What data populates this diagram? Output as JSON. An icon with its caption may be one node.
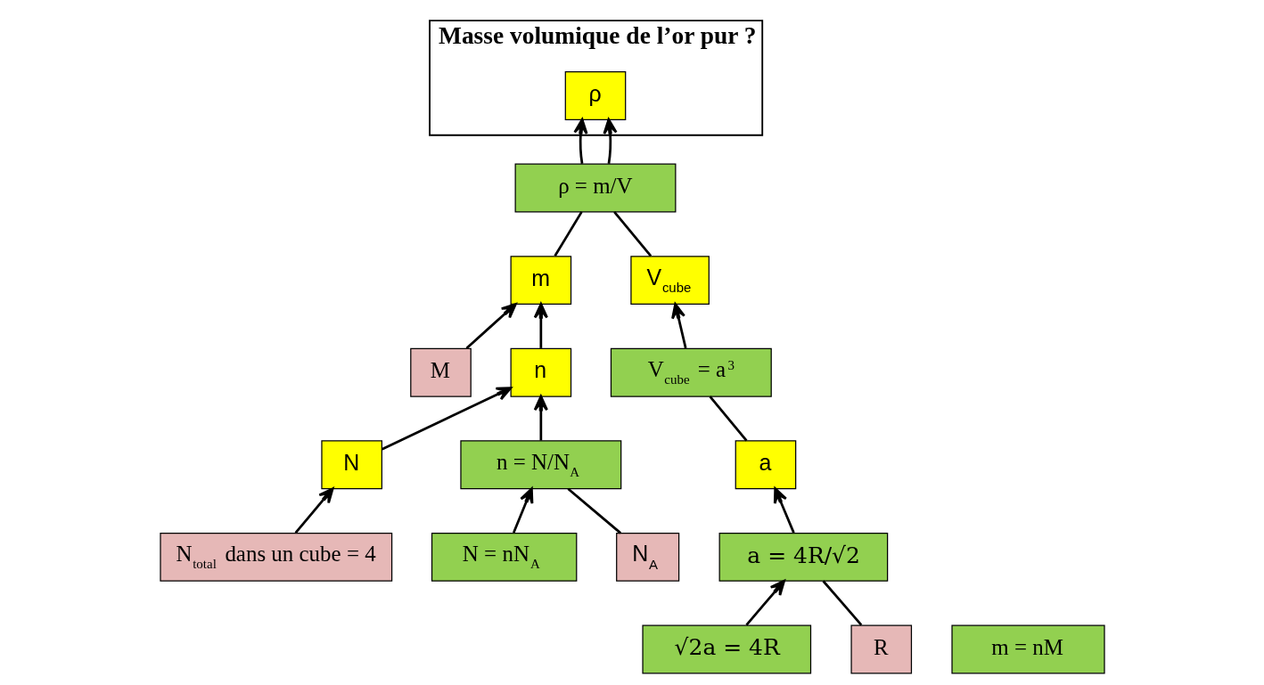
{
  "diagram": {
    "nodes": [
      {
        "text": [
          "Masse volumique de l’or pur ?"
        ]
      },
      {
        "text": [
          "ρ"
        ],
        "in": 0
      },
      {
        "text": [
          "ρ = m/V"
        ]
      },
      {
        "text": [
          "M"
        ]
      },
      {
        "text": [
          "m"
        ]
      },
      {
        "text": [
          "V$_{cube}$"
        ]
      },
      {
        "text": [
          "N$_{total}$ dans un cube = 4"
        ]
      },
      {
        "text": [
          "m = nM"
        ]
      },
      {
        "text": [
          "V$_{cube}$ = a$^{3}$"
        ]
      },
      {
        "text": [
          "N"
        ]
      },
      {
        "text": [
          "n"
        ]
      },
      {
        "text": [
          "a"
        ]
      },
      {
        "text": [
          "N = nN$_{A}$"
        ]
      },
      {
        "text": [
          "n = N/N$_{A}$"
        ]
      },
      {
        "text": [
          "a = 4R/√2"
        ]
      },
      {
        "text": [
          "√2a = 4R"
        ]
      },
      {
        "text": [
          "N$_{A}$"
        ]
      },
      {
        "text": [
          "R"
        ]
      }
    ],
    "edges": [
      {
        "from": 4,
        "to": 2,
        "arrow": "none"
      },
      {
        "from": 2,
        "to": 1,
        "arrow": "to"
      },
      {
        "from": 5,
        "to": 2,
        "arrow": "none"
      },
      {
        "from": 2,
        "to": 1,
        "arrow": "to"
      },
      {
        "from": 3,
        "to": 4,
        "arrow": "to"
      },
      {
        "from": 10,
        "to": 4,
        "arrow": "to"
      },
      {
        "from": 8,
        "to": 5,
        "arrow": "to"
      },
      {
        "from": 11,
        "to": 8,
        "arrow": "none"
      },
      {
        "from": 6,
        "to": 9,
        "arrow": "to"
      },
      {
        "from": 9,
        "to": 10,
        "arrow": "to"
      },
      {
        "from": 13,
        "to": 10,
        "arrow": "to"
      },
      {
        "from": 12,
        "to": 13,
        "arrow": "to"
      },
      {
        "from": 16,
        "to": 13,
        "arrow": "none"
      },
      {
        "from": 14,
        "to": 11,
        "arrow": "to"
      },
      {
        "from": 15,
        "to": 14,
        "arrow": "to"
      },
      {
        "from": 17,
        "to": 14,
        "arrow": "none"
      }
    ]
  }
}
